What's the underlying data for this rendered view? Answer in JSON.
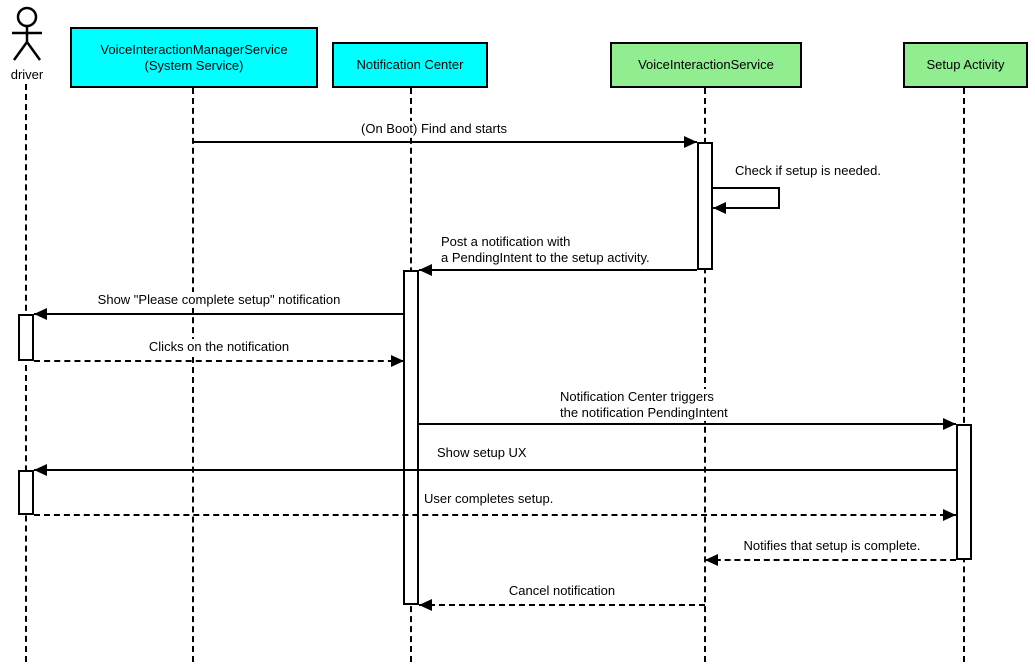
{
  "actor": {
    "label": "driver"
  },
  "participants": [
    {
      "label": "VoiceInteractionManagerService\n(System Service)",
      "fill": "#00ffff"
    },
    {
      "label": "Notification Center",
      "fill": "#00ffff"
    },
    {
      "label": "VoiceInteractionService",
      "fill": "#90ee90"
    },
    {
      "label": "Setup Activity",
      "fill": "#90ee90"
    }
  ],
  "messages": [
    {
      "from": "VoiceInteractionManagerService (System Service)",
      "to": "VoiceInteractionService",
      "label": "(On Boot) Find and starts",
      "line": "solid"
    },
    {
      "from": "VoiceInteractionService",
      "to": "VoiceInteractionService",
      "label": "Check if setup is needed.",
      "line": "solid",
      "self_message": true
    },
    {
      "from": "VoiceInteractionService",
      "to": "Notification Center",
      "label": "Post a notification with\na PendingIntent to the setup activity.",
      "line": "solid"
    },
    {
      "from": "Notification Center",
      "to": "driver",
      "label": "Show \"Please complete setup\" notification",
      "line": "solid"
    },
    {
      "from": "driver",
      "to": "Notification Center",
      "label": "Clicks on the notification",
      "line": "dashed"
    },
    {
      "from": "Notification Center",
      "to": "Setup Activity",
      "label": "Notification Center triggers\nthe notification PendingIntent",
      "line": "solid"
    },
    {
      "from": "Setup Activity",
      "to": "driver",
      "label": "Show setup UX",
      "line": "solid"
    },
    {
      "from": "driver",
      "to": "Setup Activity",
      "label": "User completes setup.",
      "line": "dashed"
    },
    {
      "from": "Setup Activity",
      "to": "VoiceInteractionService",
      "label": "Notifies that setup is complete.",
      "line": "dashed"
    },
    {
      "from": "VoiceInteractionService",
      "to": "Notification Center",
      "label": "Cancel notification",
      "line": "dashed"
    }
  ],
  "colors": {
    "participant_cyan": "#00ffff",
    "participant_green": "#90ee90",
    "line": "#000000",
    "background": "#ffffff"
  }
}
